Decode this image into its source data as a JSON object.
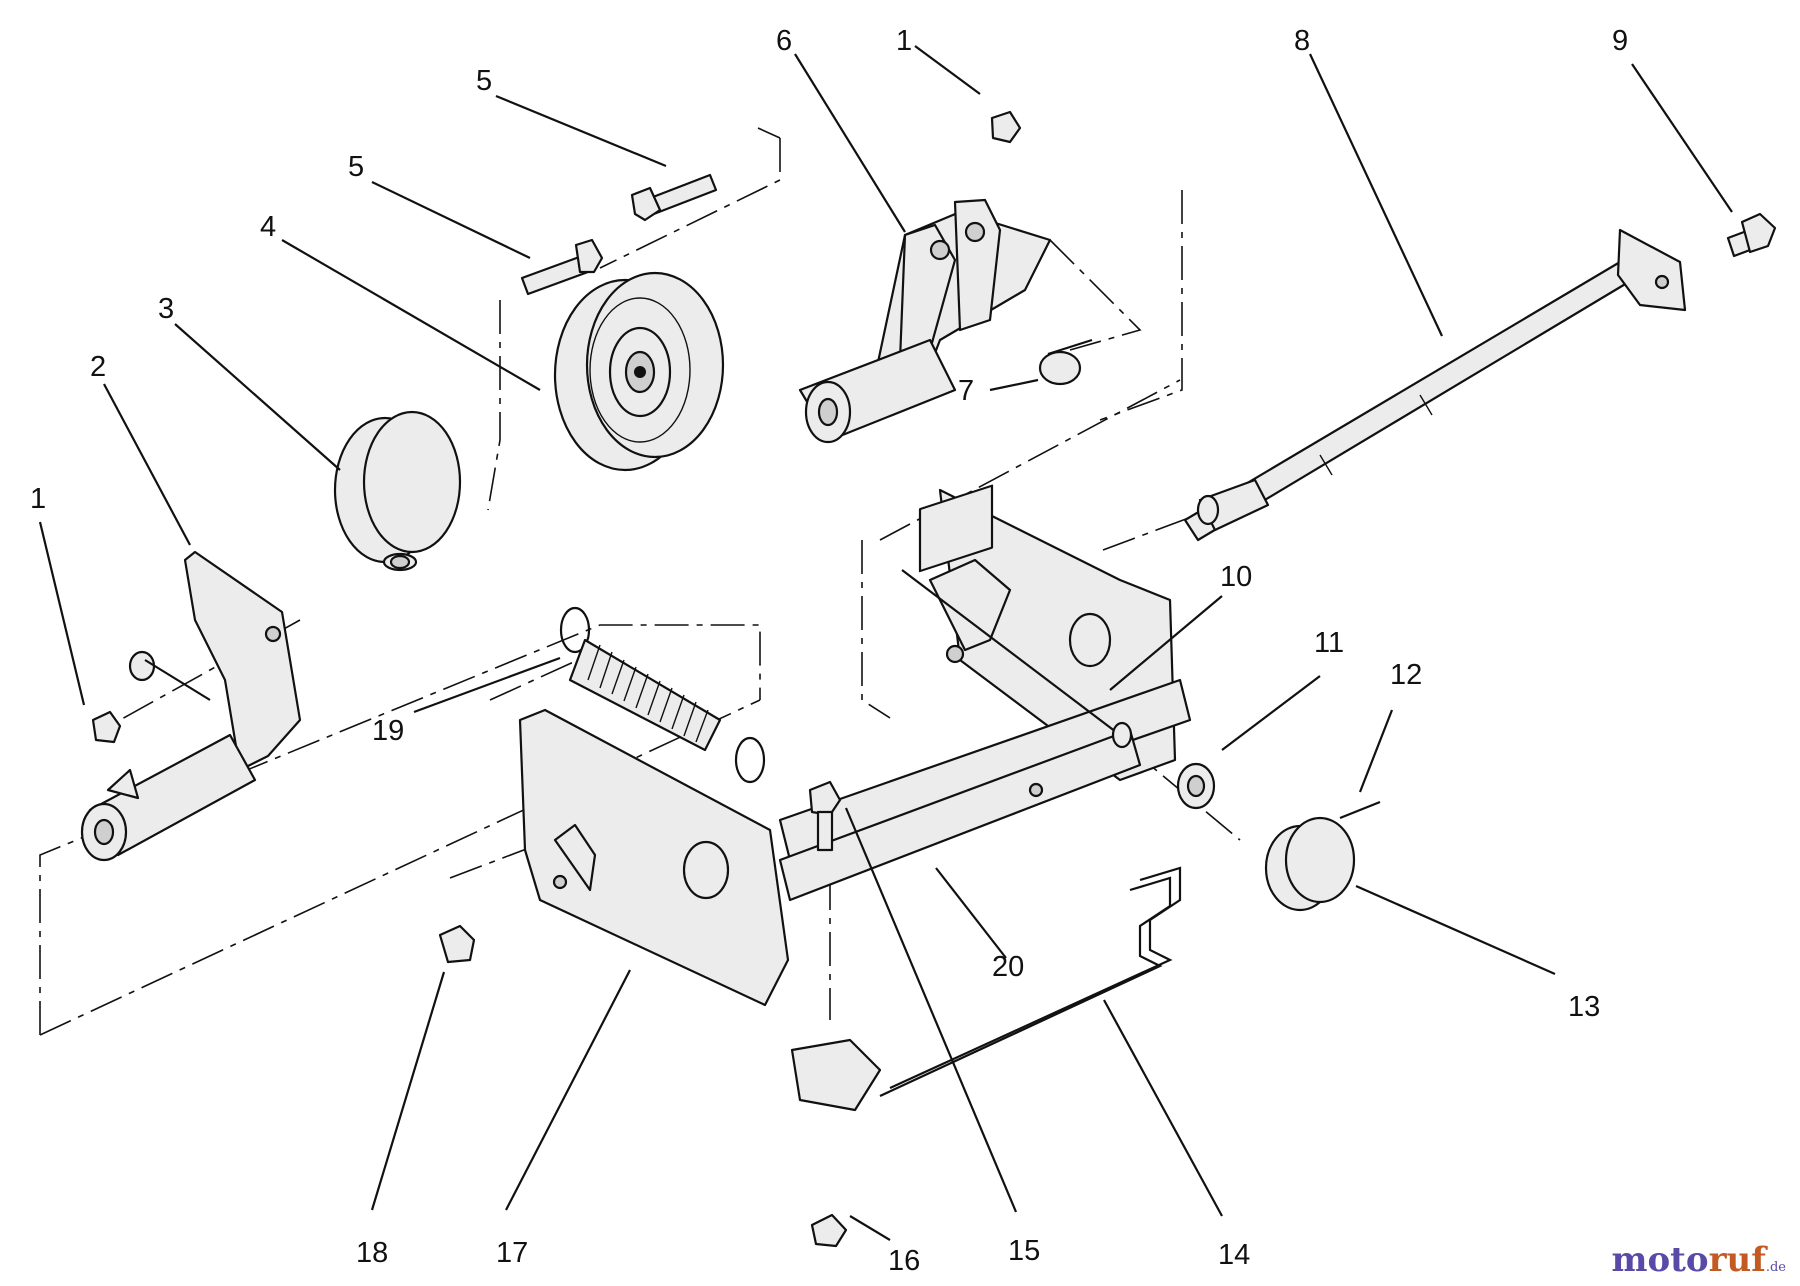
{
  "diagram": {
    "callouts": [
      {
        "id": "c1a",
        "label": "1"
      },
      {
        "id": "c1b",
        "label": "1"
      },
      {
        "id": "c2",
        "label": "2"
      },
      {
        "id": "c3",
        "label": "3"
      },
      {
        "id": "c4",
        "label": "4"
      },
      {
        "id": "c5a",
        "label": "5"
      },
      {
        "id": "c5b",
        "label": "5"
      },
      {
        "id": "c6",
        "label": "6"
      },
      {
        "id": "c7",
        "label": "7"
      },
      {
        "id": "c8",
        "label": "8"
      },
      {
        "id": "c9",
        "label": "9"
      },
      {
        "id": "c10",
        "label": "10"
      },
      {
        "id": "c11",
        "label": "11"
      },
      {
        "id": "c12",
        "label": "12"
      },
      {
        "id": "c13",
        "label": "13"
      },
      {
        "id": "c14",
        "label": "14"
      },
      {
        "id": "c15",
        "label": "15"
      },
      {
        "id": "c16",
        "label": "16"
      },
      {
        "id": "c17",
        "label": "17"
      },
      {
        "id": "c18",
        "label": "18"
      },
      {
        "id": "c19",
        "label": "19"
      },
      {
        "id": "c20",
        "label": "20"
      }
    ]
  },
  "watermark": {
    "part1": "moto",
    "part2": "ruf",
    "part3": ".de"
  }
}
